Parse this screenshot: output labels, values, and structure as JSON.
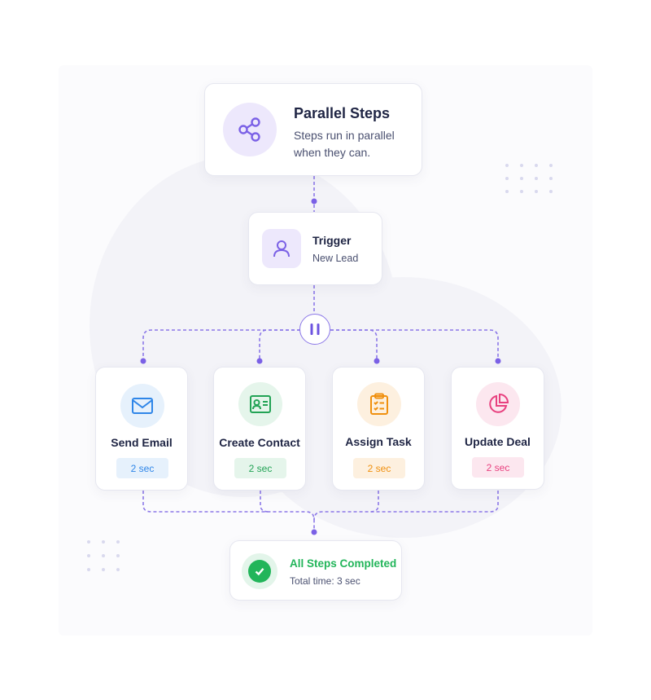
{
  "header": {
    "title": "Parallel Steps",
    "desc_line1": "Steps run in parallel",
    "desc_line2": "when they can.",
    "icon": "share-icon"
  },
  "trigger": {
    "title": "Trigger",
    "subtitle": "New Lead",
    "icon": "user-icon"
  },
  "parallel_node": {
    "icon": "pause-icon"
  },
  "steps": [
    {
      "label": "Send Email",
      "time": "2 sec",
      "icon": "mail-icon",
      "color": "#2f86e8",
      "bg": "#e6f1fc"
    },
    {
      "label": "Create Contact",
      "time": "2 sec",
      "icon": "contact-card-icon",
      "color": "#22a355",
      "bg": "#e5f5eb"
    },
    {
      "label": "Assign Task",
      "time": "2 sec",
      "icon": "clipboard-icon",
      "color": "#f0900f",
      "bg": "#fdf0df"
    },
    {
      "label": "Update Deal",
      "time": "2 sec",
      "icon": "pie-chart-icon",
      "color": "#e8417f",
      "bg": "#fce7ef"
    }
  ],
  "result": {
    "title": "All Steps Completed",
    "subtitle": "Total time: 3 sec",
    "icon": "check-icon",
    "color": "#22b55a"
  },
  "colors": {
    "accent": "#7b61e6",
    "accent_light": "#ede8fc"
  }
}
